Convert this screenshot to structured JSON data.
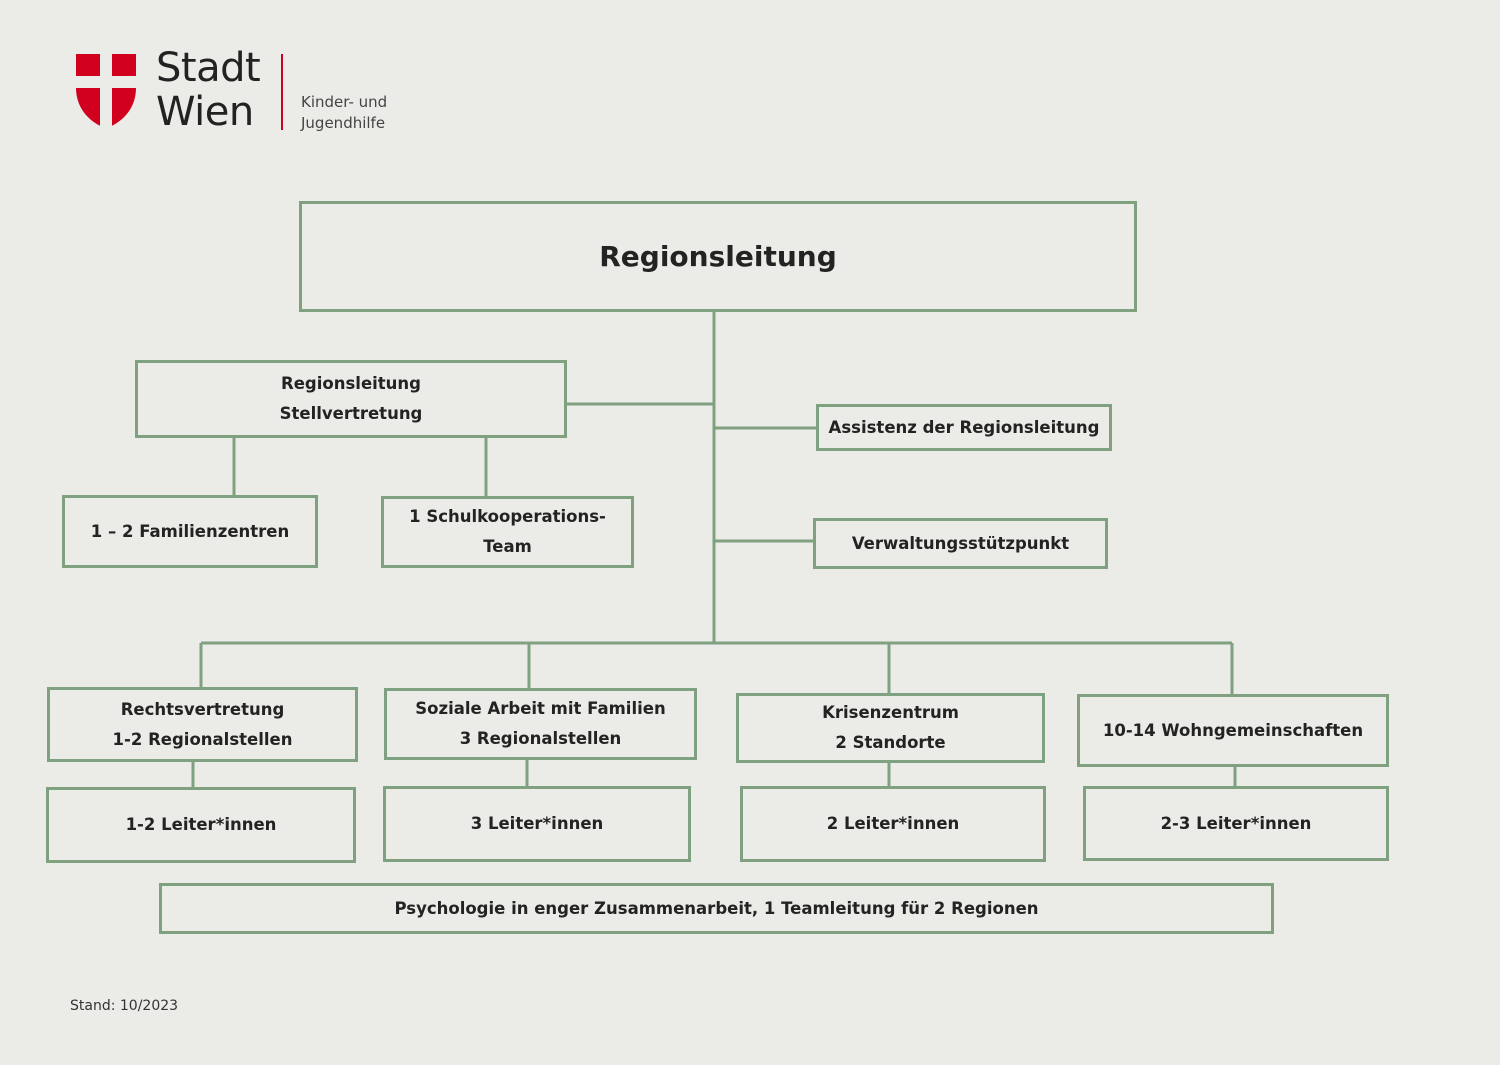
{
  "logo": {
    "line1": "Stadt",
    "line2": "Wien",
    "department_line1": "Kinder- und",
    "department_line2": "Jugendhilfe",
    "brand_color": "#d1001f"
  },
  "chart": {
    "nodes": {
      "regionsleitung": "Regionsleitung",
      "stellvertretung_line1": "Regionsleitung",
      "stellvertretung_line2": "Stellvertretung",
      "familienzentren": "1 – 2 Familienzentren",
      "schulkooperation_line1": "1 Schulkooperations-",
      "schulkooperation_line2": "Team",
      "assistenz": "Assistenz der Regionsleitung",
      "verwaltung": "Verwaltungsstützpunkt",
      "rechtsvertretung_line1": "Rechtsvertretung",
      "rechtsvertretung_line2": "1-2 Regionalstellen",
      "soziale_arbeit_line1": "Soziale Arbeit mit Familien",
      "soziale_arbeit_line2": "3 Regionalstellen",
      "krisenzentrum_line1": "Krisenzentrum",
      "krisenzentrum_line2": "2 Standorte",
      "wohngemeinschaften": "10-14 Wohngemeinschaften",
      "leiter_rechtsvertretung": "1-2 Leiter*innen",
      "leiter_soziale_arbeit": "3 Leiter*innen",
      "leiter_krisenzentrum": "2 Leiter*innen",
      "leiter_wohngemeinschaften": "2-3 Leiter*innen",
      "psychologie": "Psychologie in enger Zusammenarbeit, 1 Teamleitung für 2 Regionen"
    },
    "line_color": "#7fa180"
  },
  "footer": {
    "stand": "Stand: 10/2023"
  }
}
